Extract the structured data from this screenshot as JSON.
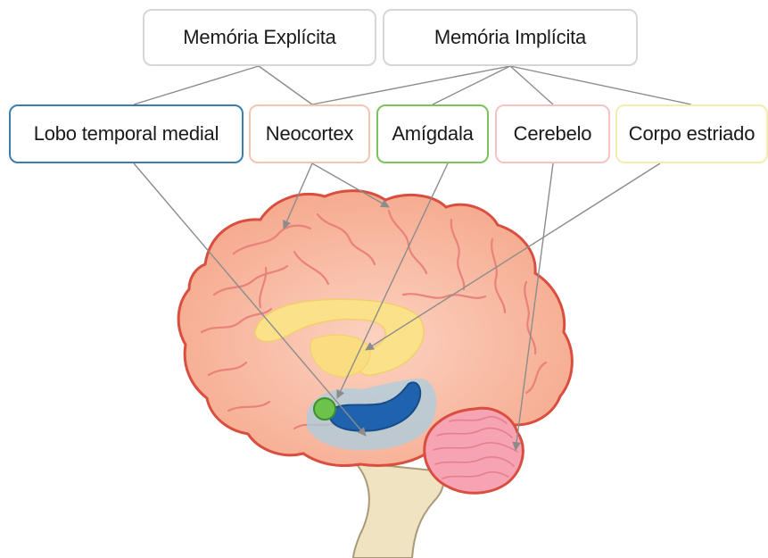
{
  "categories": {
    "explicit": "Memória Explícita",
    "implicit": "Memória Implícita"
  },
  "regions": {
    "lobo_temporal_medial": "Lobo temporal medial",
    "neocortex": "Neocortex",
    "amigdala": "Amígdala",
    "cerebelo": "Cerebelo",
    "corpo_estriado": "Corpo estriado"
  },
  "colors": {
    "lobo_temporal_medial": "#3b7fae",
    "neocortex": "#f2c6b4",
    "amigdala": "#7cc35a",
    "cerebelo": "#f5c3c3",
    "corpo_estriado": "#f3edb2",
    "category_border": "#d6d6d6",
    "cortex_fill": "#f8b59c",
    "cortex_outline": "#d94e3f",
    "striatum_fill": "#fbe28a",
    "hippocampus_fill": "#1f62ad",
    "amygdala_fill": "#6cc24a",
    "cerebellum_fill": "#f6a3b3",
    "brainstem_fill": "#efe3c2",
    "connector": "#8c8c8c"
  },
  "connections": [
    [
      "explicit",
      "lobo_temporal_medial"
    ],
    [
      "explicit",
      "neocortex"
    ],
    [
      "implicit",
      "neocortex"
    ],
    [
      "implicit",
      "amigdala"
    ],
    [
      "implicit",
      "cerebelo"
    ],
    [
      "implicit",
      "corpo_estriado"
    ]
  ]
}
